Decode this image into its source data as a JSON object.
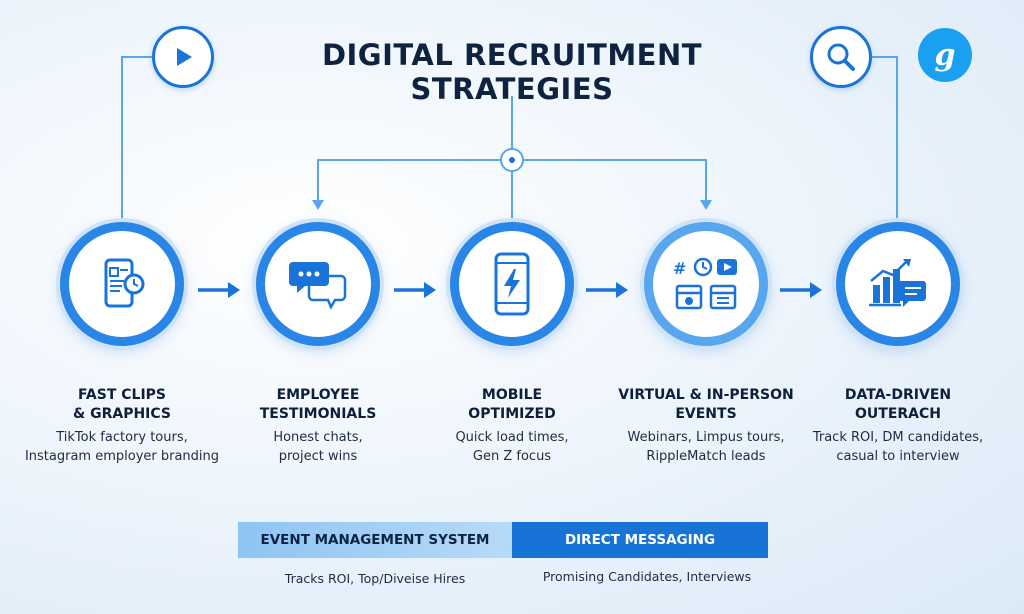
{
  "header": {
    "title": "DIGITAL RECRUITMENT STRATEGIES",
    "brand_letter": "g"
  },
  "icons": {
    "play": "play-icon",
    "search": "search-icon",
    "logo": "brand-logo-icon"
  },
  "colors": {
    "primary": "#1a74d8",
    "ring": "#2a86e6",
    "ring_light": "#58a6ee",
    "bar_light": "#a4cff6",
    "bar_dark": "#1773d6",
    "title_text": "#0e2340"
  },
  "steps": [
    {
      "title_line1": "FAST CLIPS",
      "title_line2": "& GRAPHICS",
      "desc_line1": "TikTok factory tours,",
      "desc_line2": "Instagram employer branding",
      "icon": "phone-clock-icon"
    },
    {
      "title_line1": "EMPLOYEE",
      "title_line2": "TESTIMONIALS",
      "desc_line1": "Honest chats,",
      "desc_line2": "project wins",
      "icon": "chat-bubbles-icon"
    },
    {
      "title_line1": "MOBILE",
      "title_line2": "OPTIMIZED",
      "desc_line1": "Quick load times,",
      "desc_line2": "Gen Z focus",
      "icon": "phone-bolt-icon"
    },
    {
      "title_line1": "VIRTUAL & IN-PERSON",
      "title_line2": "EVENTS",
      "desc_line1": "Webinars, Limpus tours,",
      "desc_line2": "RippleMatch leads",
      "icon": "events-icon"
    },
    {
      "title_line1": "DATA-DRIVEN",
      "title_line2": "OUTERACH",
      "desc_line1": "Track ROI, DM candidates,",
      "desc_line2": "casual to interview",
      "icon": "chart-message-icon"
    }
  ],
  "bottom": {
    "left_label": "EVENT MANAGEMENT SYSTEM",
    "right_label": "DIRECT MESSAGING",
    "left_note": "Tracks ROI, Top/Diveise Hires",
    "right_note": "Promising Candidates, Interviews"
  }
}
